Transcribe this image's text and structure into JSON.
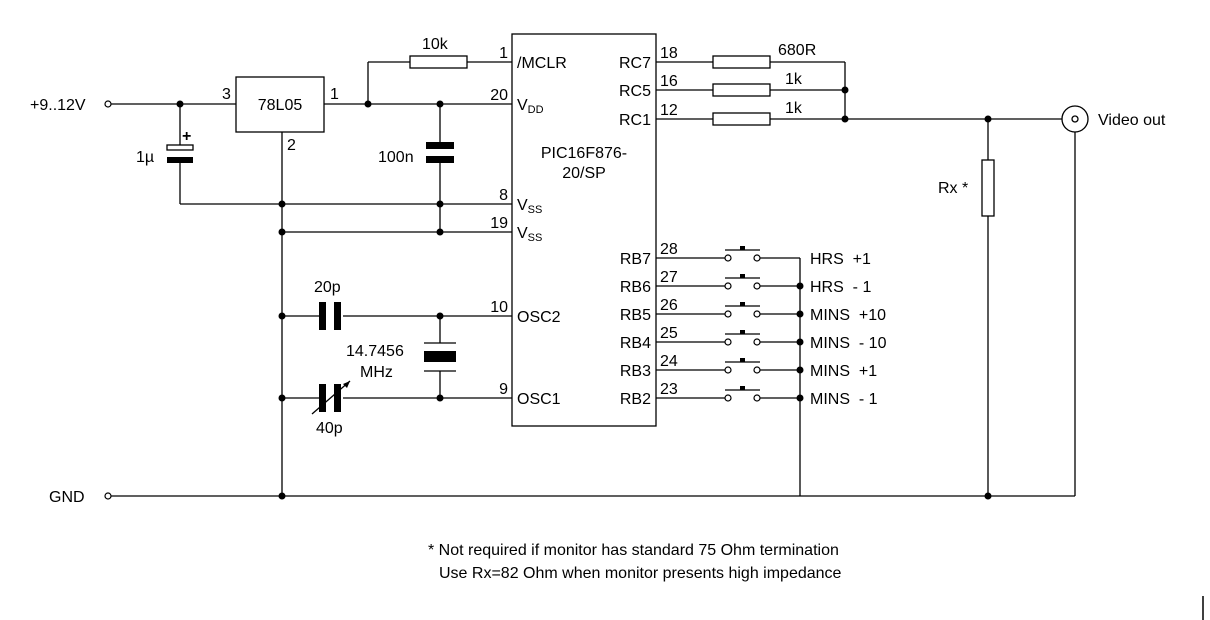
{
  "supply": {
    "input_label": "+9..12V",
    "gnd_label": "GND"
  },
  "regulator": {
    "name": "78L05",
    "pin_in": "3",
    "pin_out": "1",
    "pin_gnd": "2"
  },
  "input_cap": {
    "value": "1µ",
    "polarity": "+"
  },
  "mclr_resistor": {
    "value": "10k"
  },
  "decoupling_cap": {
    "value": "100n"
  },
  "mcu": {
    "name_line1": "PIC16F876-",
    "name_line2": "20/SP",
    "left_pins": [
      {
        "num": "1",
        "label": "/MCLR"
      },
      {
        "num": "20",
        "label": "V",
        "sub": "DD"
      },
      {
        "num": "8",
        "label": "V",
        "sub": "SS"
      },
      {
        "num": "19",
        "label": "V",
        "sub": "SS"
      },
      {
        "num": "10",
        "label": "OSC2"
      },
      {
        "num": "9",
        "label": "OSC1"
      }
    ],
    "right_pins": [
      {
        "num": "18",
        "label": "RC7"
      },
      {
        "num": "16",
        "label": "RC5"
      },
      {
        "num": "12",
        "label": "RC1"
      },
      {
        "num": "28",
        "label": "RB7"
      },
      {
        "num": "27",
        "label": "RB6"
      },
      {
        "num": "26",
        "label": "RB5"
      },
      {
        "num": "25",
        "label": "RB4"
      },
      {
        "num": "24",
        "label": "RB3"
      },
      {
        "num": "23",
        "label": "RB2"
      }
    ]
  },
  "output_resistors": [
    {
      "value": "680R"
    },
    {
      "value": "1k"
    },
    {
      "value": "1k"
    }
  ],
  "buttons": [
    {
      "label": "HRS  +1"
    },
    {
      "label": "HRS  - 1"
    },
    {
      "label": "MINS  +10"
    },
    {
      "label": "MINS  - 10"
    },
    {
      "label": "MINS  +1"
    },
    {
      "label": "MINS  - 1"
    }
  ],
  "crystal": {
    "value_line1": "14.7456",
    "value_line2": "MHz"
  },
  "osc_caps": {
    "fixed": "20p",
    "trimmer": "40p"
  },
  "termination": {
    "label": "Rx *"
  },
  "output": {
    "label": "Video out"
  },
  "notes": {
    "line1": "* Not required if monitor has standard 75 Ohm termination",
    "line2": "Use Rx=82 Ohm when monitor presents high impedance"
  }
}
